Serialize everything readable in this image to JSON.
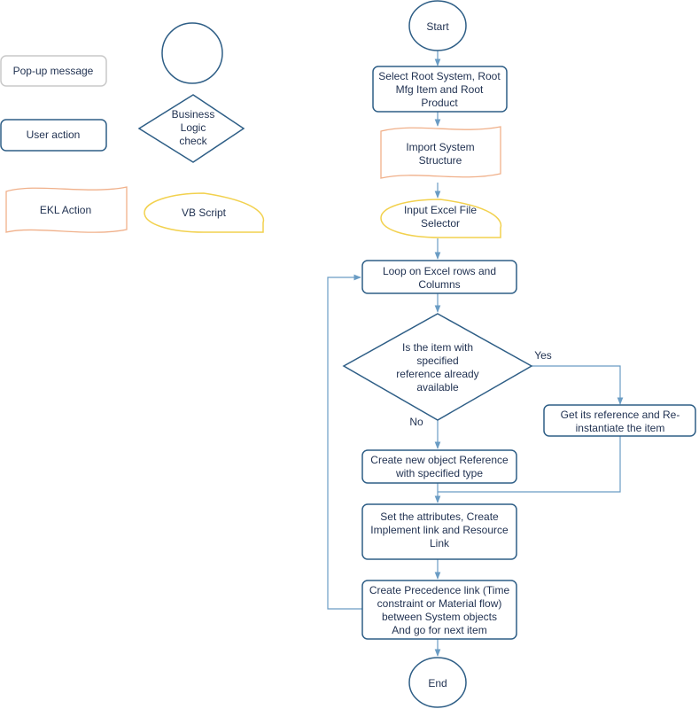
{
  "legend": {
    "popup_message": "Pop-up message",
    "user_action": "User action",
    "business_logic": [
      "Business",
      "Logic",
      "check"
    ],
    "ekl_action": "EKL Action",
    "vb_script": "VB Script"
  },
  "flow": {
    "start": "Start",
    "select_root": [
      "Select Root System, Root",
      "Mfg Item and Root",
      "Product"
    ],
    "import_system": [
      "Import System",
      "Structure"
    ],
    "input_excel": [
      "Input Excel File",
      "Selector"
    ],
    "loop": [
      "Loop on Excel rows and",
      "Columns"
    ],
    "decision": [
      "Is the item with",
      "specified",
      "reference already",
      "available"
    ],
    "yes_label": "Yes",
    "no_label": "No",
    "get_reference": [
      "Get its reference and Re-",
      "instantiate the item"
    ],
    "create_object": [
      "Create  new object Reference",
      "with specified type"
    ],
    "set_attributes": [
      "Set the attributes, Create",
      "Implement link and Resource",
      "Link"
    ],
    "create_precedence": [
      "Create Precedence link (Time",
      "constraint or Material flow)",
      "between System objects",
      "And go for next item"
    ],
    "end": "End"
  }
}
